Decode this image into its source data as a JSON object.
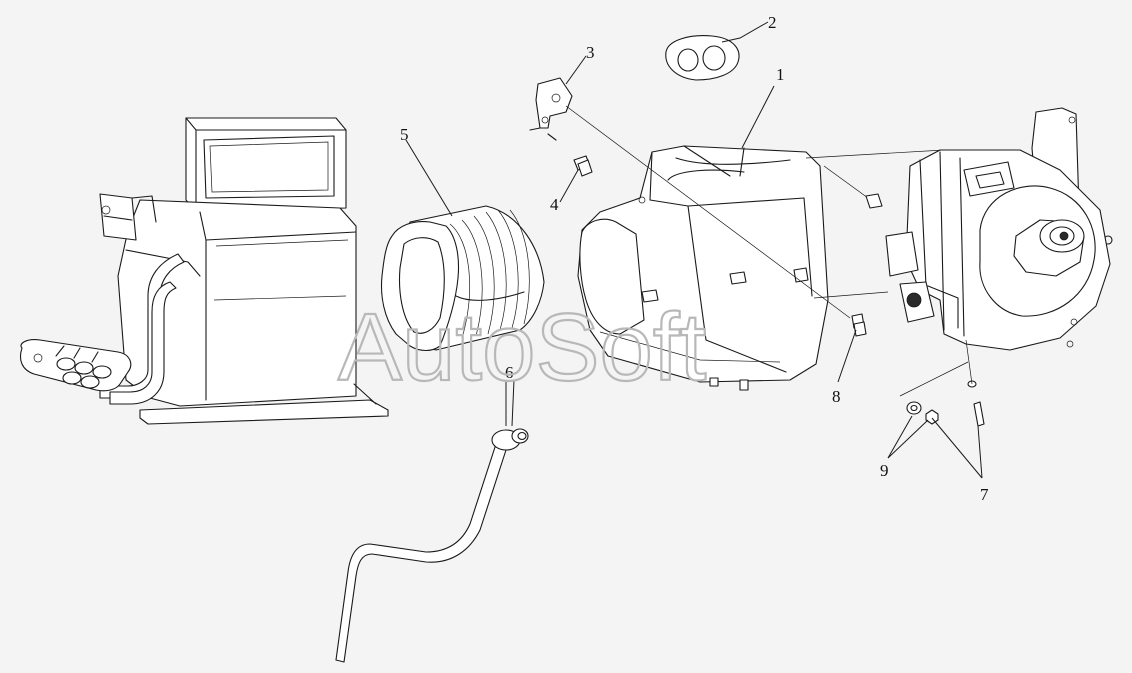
{
  "watermark": "AutoSoft",
  "callouts": [
    {
      "id": "1",
      "label": "1"
    },
    {
      "id": "2",
      "label": "2"
    },
    {
      "id": "3",
      "label": "3"
    },
    {
      "id": "4",
      "label": "4"
    },
    {
      "id": "5",
      "label": "5"
    },
    {
      "id": "6",
      "label": "6"
    },
    {
      "id": "7",
      "label": "7"
    },
    {
      "id": "8",
      "label": "8"
    },
    {
      "id": "9",
      "label": "9"
    }
  ],
  "colors": {
    "line": "#1a1a1a",
    "background": "#f4f4f4",
    "watermark": "#b8b8b8"
  }
}
